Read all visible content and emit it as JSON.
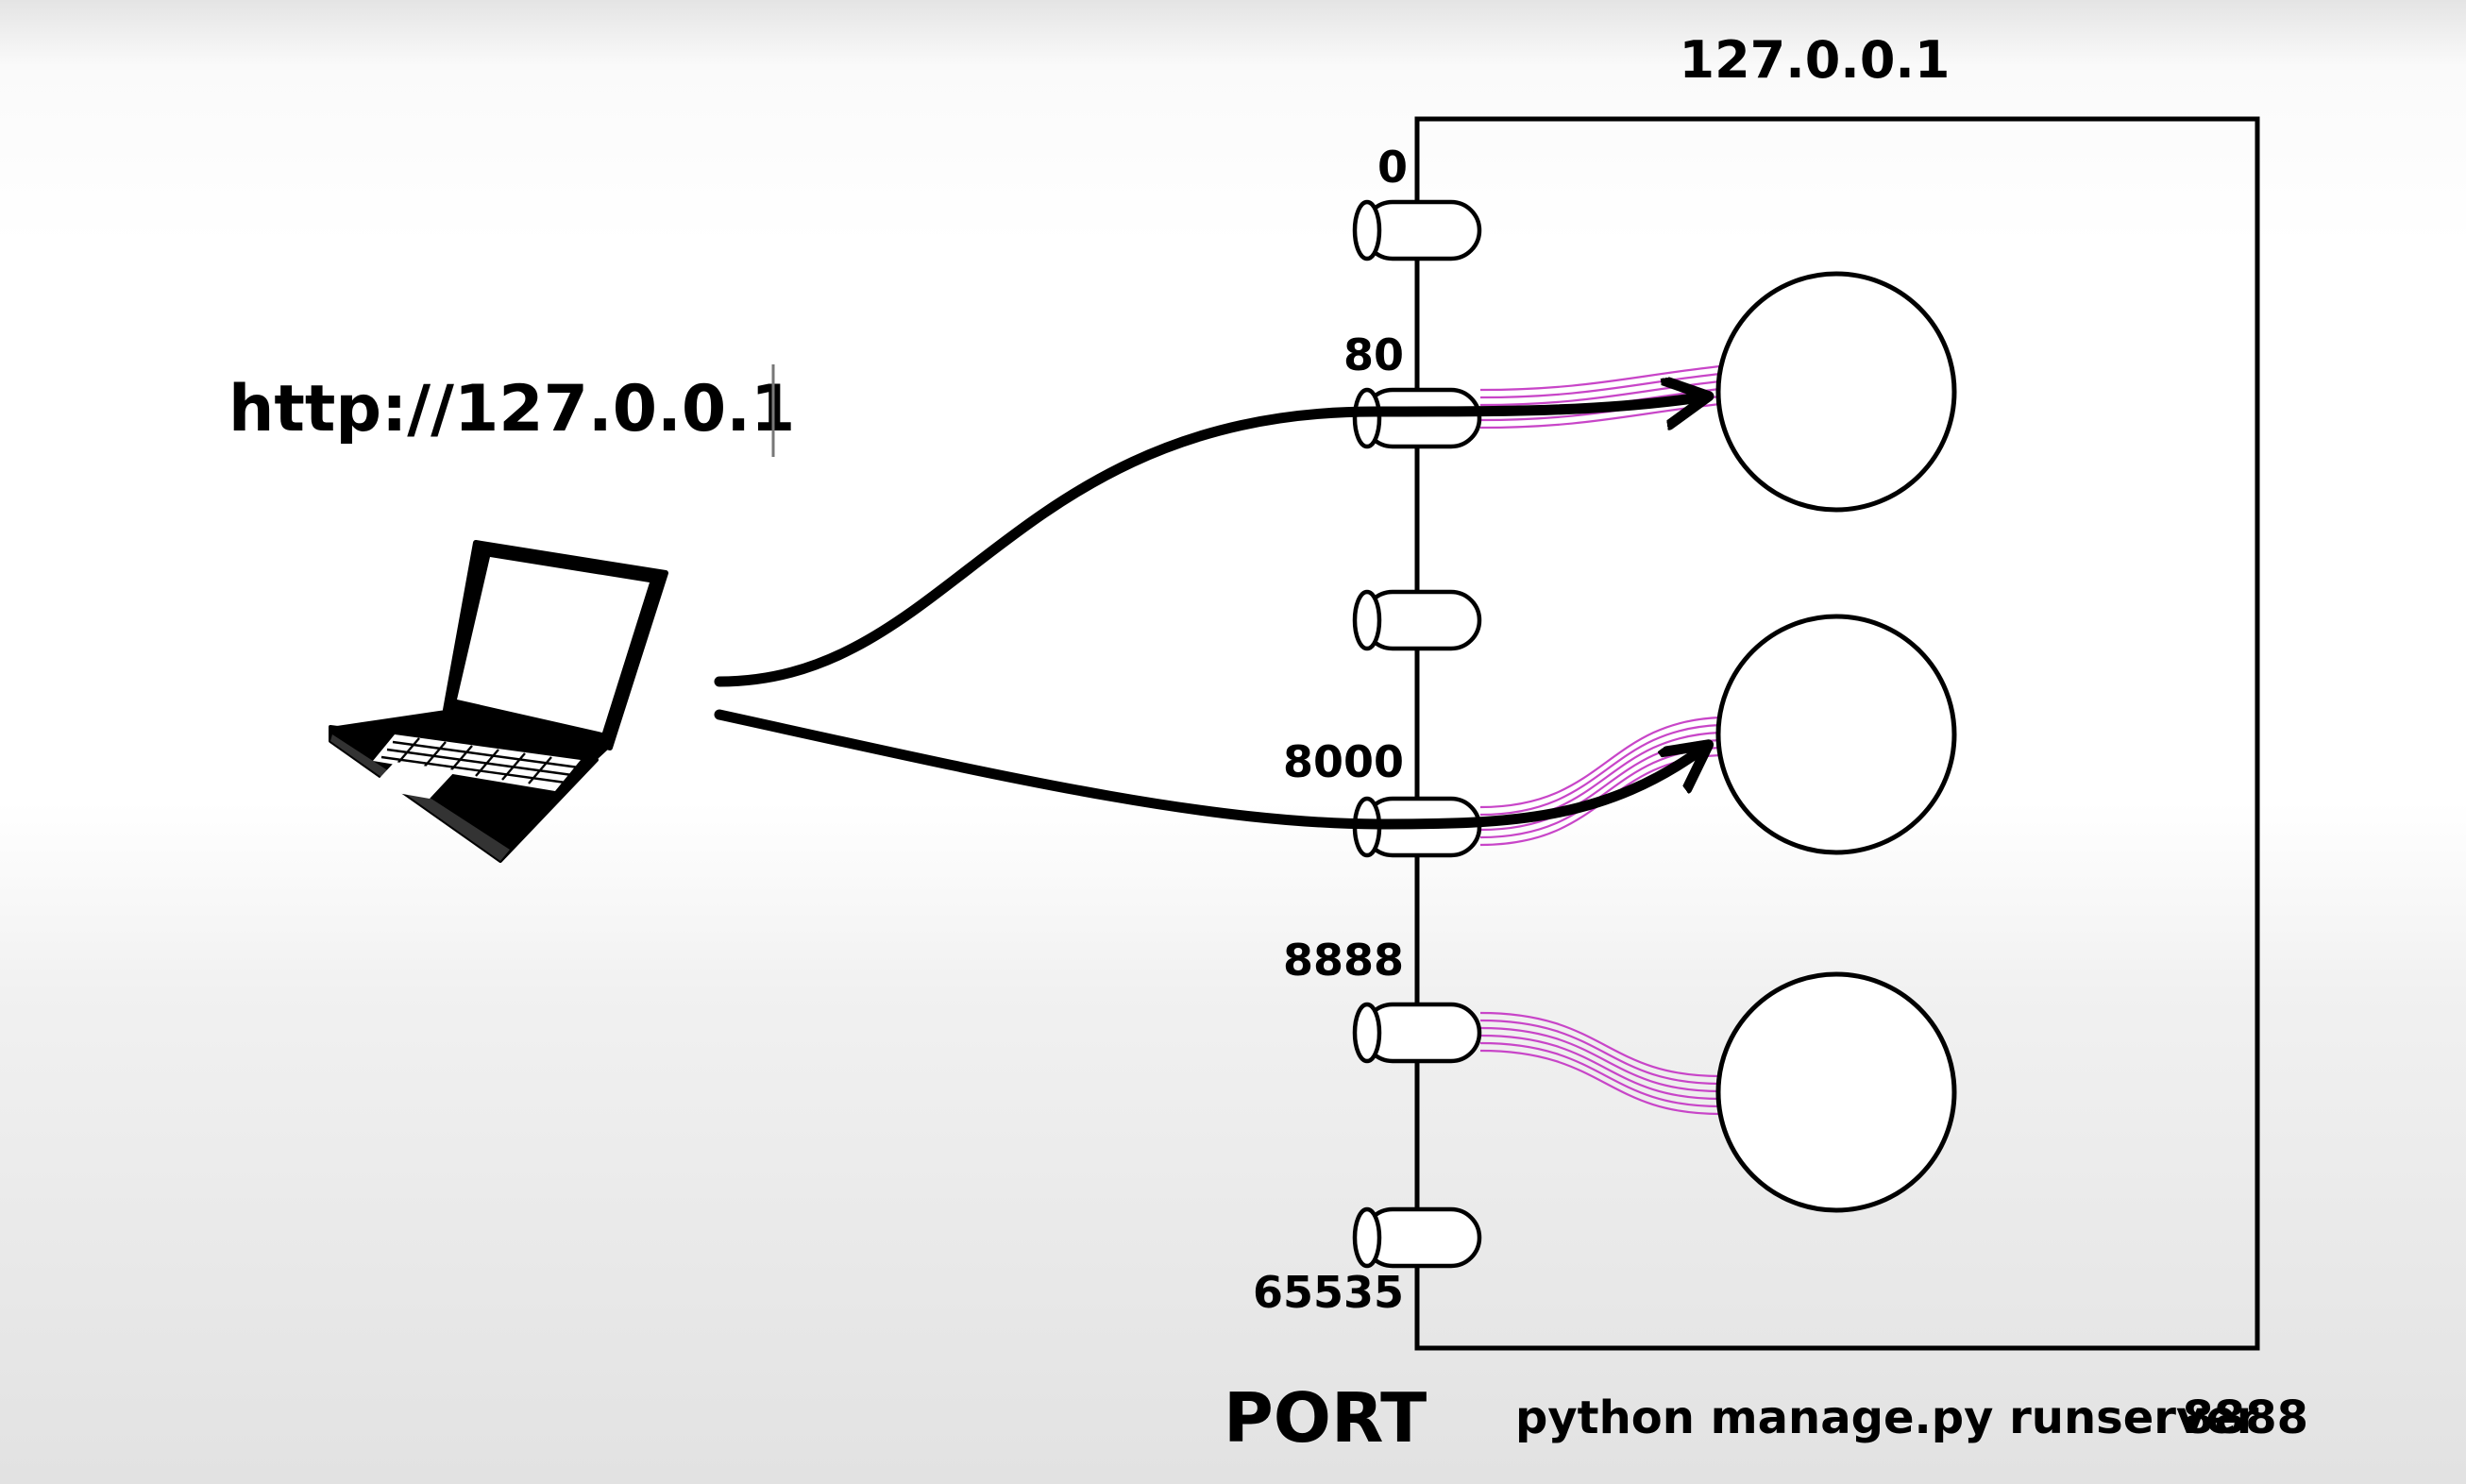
{
  "host_label": "127.0.0.1",
  "url_text": "http://127.0.0.1",
  "port_numbers": {
    "first": "0",
    "http": "80",
    "dev": "8000",
    "alt": "8888",
    "last": "65535"
  },
  "port_title": "PORT",
  "command": {
    "text": "python manage.py runserver",
    "port": "8888"
  },
  "colors": {
    "line": "#000000",
    "wires": "#c845c8",
    "background": "#ffffff"
  },
  "icons": {
    "client": "laptop-icon",
    "ports": "port-cylinder-icon",
    "services": "server-process-circle"
  }
}
